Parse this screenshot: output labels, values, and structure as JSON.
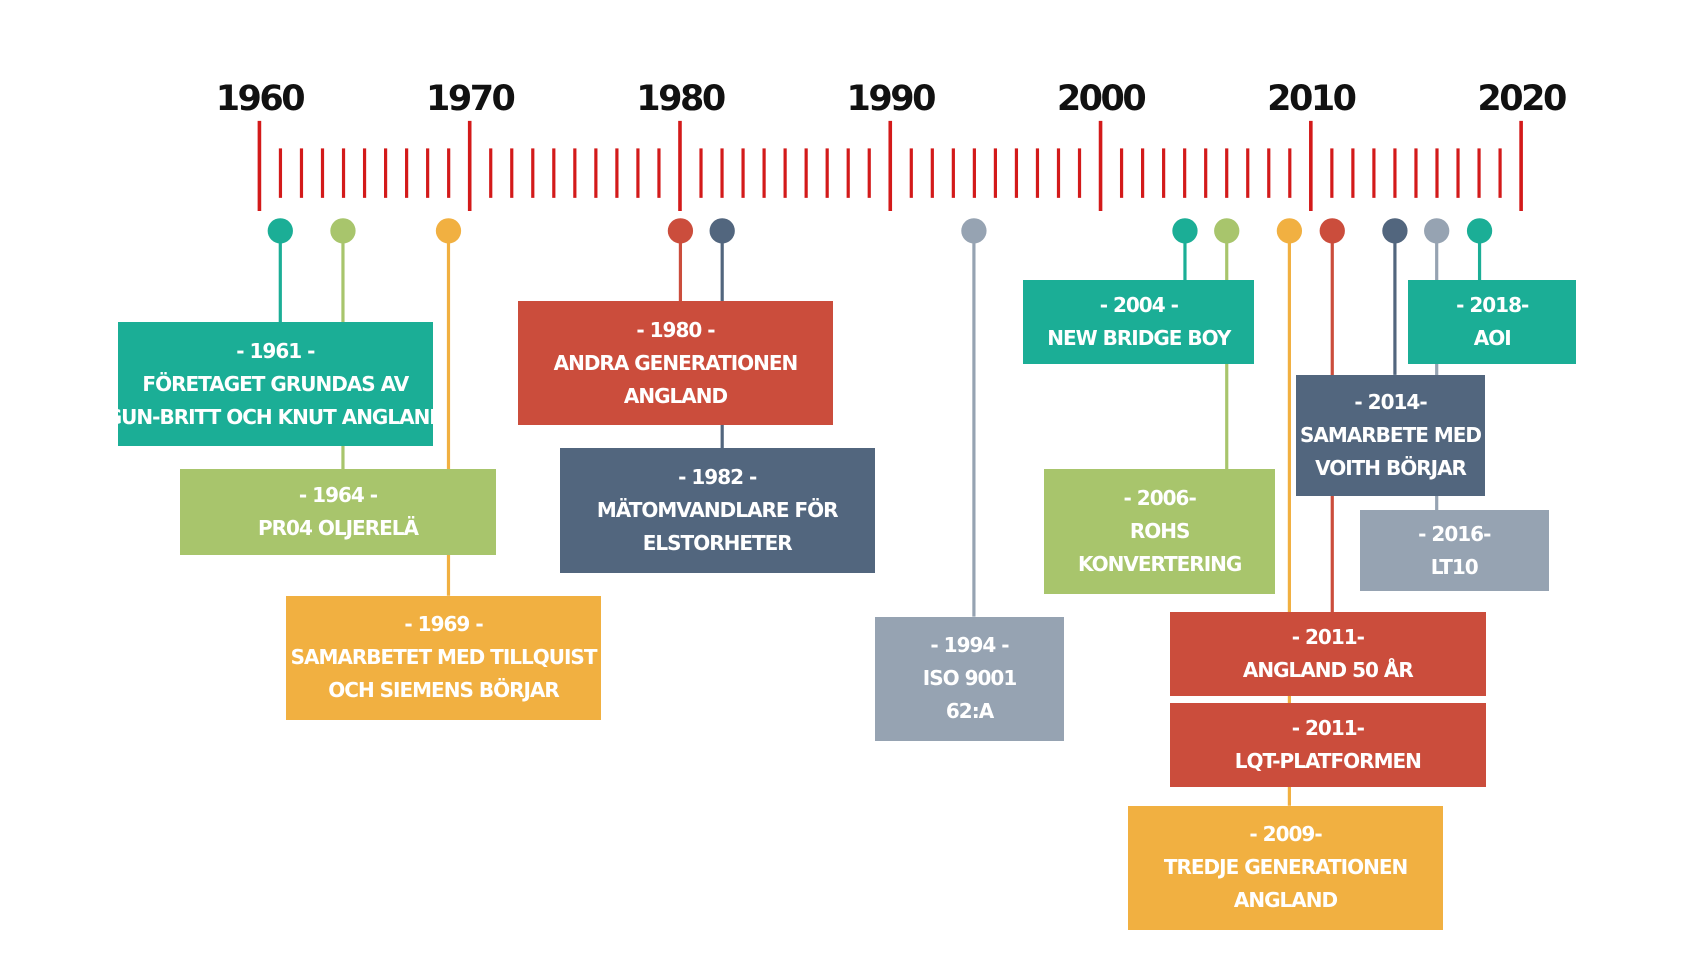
{
  "colors": {
    "axis": "#D31A1A",
    "teal": "#1BAE96",
    "green": "#A8C56C",
    "orange": "#F1B041",
    "red": "#CB4D3C",
    "slate": "#52667E",
    "gray": "#96A3B2"
  },
  "timeline": {
    "start_year": 1960,
    "end_year": 2020,
    "decades": [
      "1960",
      "1970",
      "1980",
      "1990",
      "2000",
      "2010",
      "2020"
    ]
  },
  "events": [
    {
      "id": "1961",
      "year": 1961,
      "color": "teal",
      "lines": [
        "- 1961 -",
        "FÖRETAGET GRUNDAS AV",
        "GUN-BRITT OCH KNUT ANGLAND"
      ]
    },
    {
      "id": "1964",
      "year": 1964,
      "color": "green",
      "lines": [
        "- 1964 -",
        "PR04 OLJERELÄ"
      ]
    },
    {
      "id": "1969",
      "year": 1969,
      "color": "orange",
      "lines": [
        "- 1969 -",
        "SAMARBETET MED TILLQUIST",
        "OCH SIEMENS BÖRJAR"
      ]
    },
    {
      "id": "1980",
      "year": 1980,
      "color": "red",
      "lines": [
        "- 1980 -",
        "ANDRA GENERATIONEN",
        "ANGLAND"
      ]
    },
    {
      "id": "1982",
      "year": 1982,
      "color": "slate",
      "lines": [
        "- 1982 -",
        "MÄTOMVANDLARE FÖR",
        "ELSTORHETER"
      ]
    },
    {
      "id": "1994",
      "year": 1994,
      "color": "gray",
      "lines": [
        "- 1994 -",
        "ISO 9001",
        "62:A"
      ]
    },
    {
      "id": "2004",
      "year": 2004,
      "color": "teal",
      "lines": [
        "- 2004 -",
        "NEW BRIDGE BOY"
      ]
    },
    {
      "id": "2006",
      "year": 2006,
      "color": "green",
      "lines": [
        "- 2006-",
        "ROHS",
        "KONVERTERING"
      ]
    },
    {
      "id": "2009",
      "year": 2009,
      "color": "orange",
      "lines": [
        "- 2009-",
        "TREDJE GENERATIONEN",
        "ANGLAND"
      ]
    },
    {
      "id": "2011a",
      "year": 2011,
      "color": "red",
      "lines": [
        "- 2011-",
        "ANGLAND 50 ÅR"
      ]
    },
    {
      "id": "2011b",
      "year": 2011,
      "color": "red",
      "lines": [
        "- 2011-",
        "LQT-PLATFORMEN"
      ]
    },
    {
      "id": "2014",
      "year": 2014,
      "color": "slate",
      "lines": [
        "- 2014-",
        "SAMARBETE MED",
        "VOITH BÖRJAR"
      ]
    },
    {
      "id": "2016",
      "year": 2016,
      "color": "gray",
      "lines": [
        "- 2016-",
        "LT10"
      ]
    },
    {
      "id": "2018",
      "year": 2018,
      "color": "teal",
      "lines": [
        "- 2018-",
        "AOI"
      ]
    }
  ]
}
